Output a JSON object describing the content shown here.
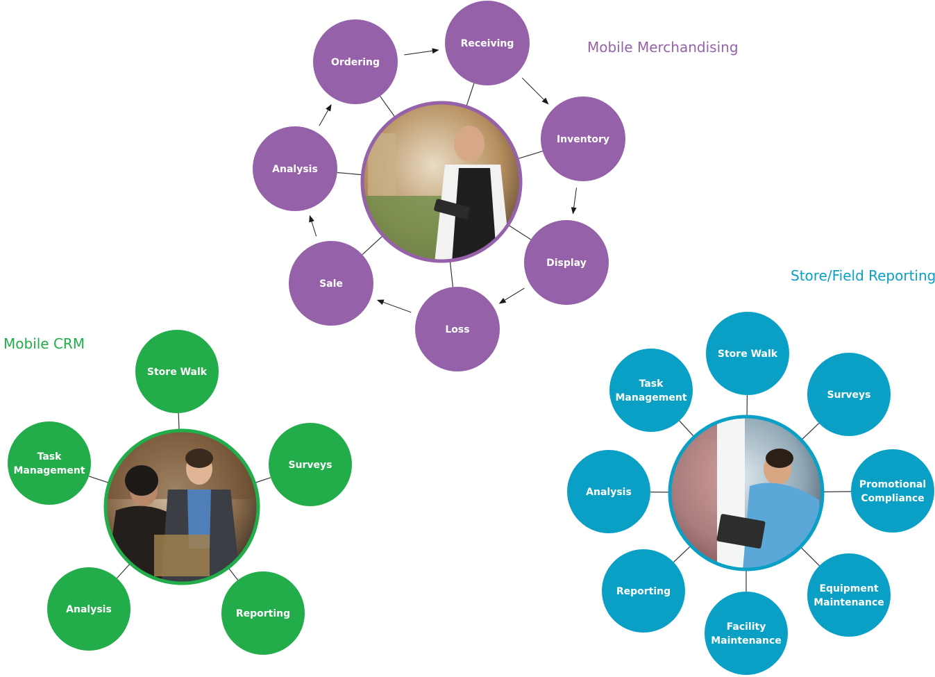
{
  "diagrams": [
    {
      "id": "mobile-merchandising",
      "title": "Mobile Merchandising",
      "color": "#9561a9",
      "photo": "grocery clerk holding a tablet beside produce shelves",
      "nodes": [
        [
          "Receiving"
        ],
        [
          "Inventory"
        ],
        [
          "Display"
        ],
        [
          "Loss"
        ],
        [
          "Sale"
        ],
        [
          "Analysis"
        ],
        [
          "Ordering"
        ]
      ],
      "cycle_arrows": true
    },
    {
      "id": "mobile-crm",
      "title": "Mobile CRM",
      "color": "#22ac4a",
      "photo": "two people reviewing a tablet in a store",
      "nodes": [
        [
          "Store Walk"
        ],
        [
          "Surveys"
        ],
        [
          "Reporting"
        ],
        [
          "Analysis"
        ],
        [
          "Task",
          "Management"
        ]
      ],
      "cycle_arrows": false
    },
    {
      "id": "store-field-reporting",
      "title": "Store/Field Reporting",
      "color": "#0aa0c6",
      "photo": "man using a tablet in front of a refrigerated store display",
      "nodes": [
        [
          "Store Walk"
        ],
        [
          "Surveys"
        ],
        [
          "Promotional",
          "Compliance"
        ],
        [
          "Equipment",
          "Maintenance"
        ],
        [
          "Facility",
          "Maintenance"
        ],
        [
          "Reporting"
        ],
        [
          "Analysis"
        ],
        [
          "Task",
          "Management"
        ]
      ],
      "cycle_arrows": false
    }
  ]
}
